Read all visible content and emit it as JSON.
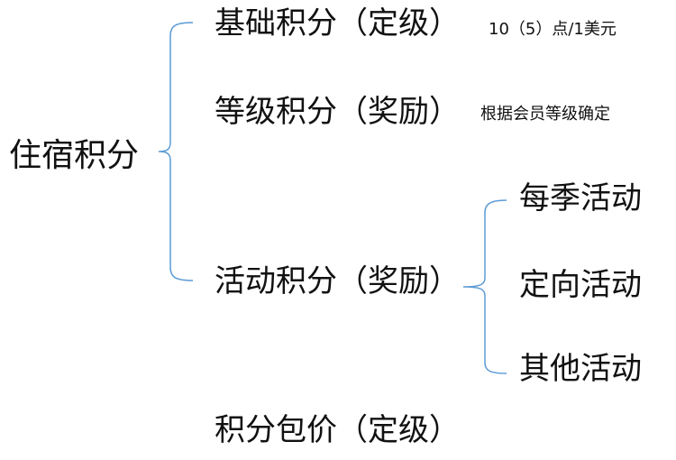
{
  "root": "住宿积分",
  "branches": [
    {
      "label": "基础积分（定级）",
      "note": "10（5）点/1美元"
    },
    {
      "label": "等级积分（奖励）",
      "note": "根据会员等级确定"
    },
    {
      "label": "活动积分（奖励）",
      "children": [
        "每季活动",
        "定向活动",
        "其他活动"
      ]
    },
    {
      "label": "积分包价（定级）"
    }
  ],
  "colors": {
    "connector": "#5b9bd5",
    "text": "#111111"
  }
}
